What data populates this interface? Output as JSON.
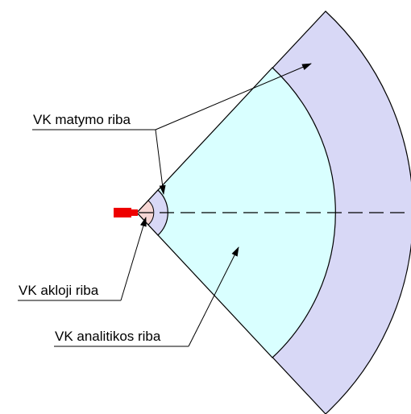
{
  "labels": {
    "visibility": "VK matymo riba",
    "blind": "VK akloji riba",
    "analytics": "VK analitikos riba"
  },
  "colors": {
    "visibility_zone": "#d8d8f6",
    "analytics_zone": "#d9ffff",
    "blind_zone": "#f6d6d4",
    "camera": "#ee0000",
    "outline": "#000000"
  },
  "icons": {
    "camera": "camera-icon"
  }
}
